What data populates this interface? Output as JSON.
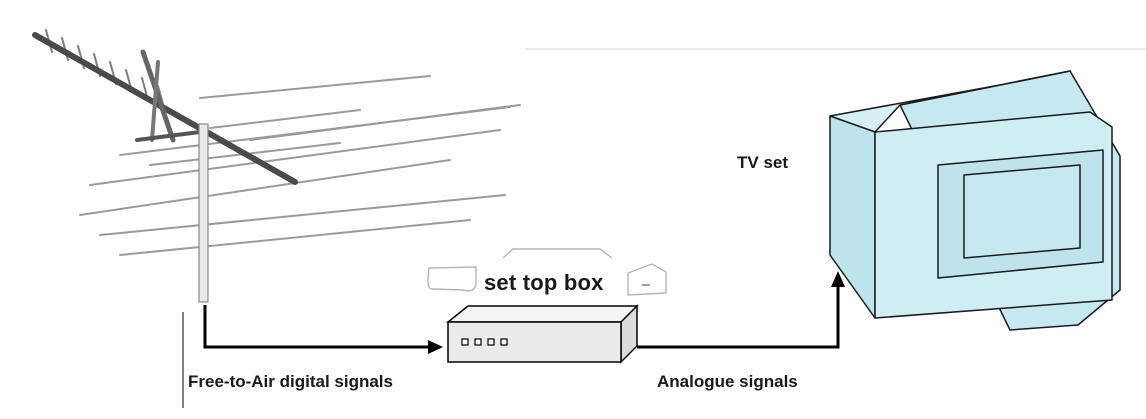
{
  "labels": {
    "fta": "Free-to-Air digital signals",
    "analogue": "Analogue signals",
    "tv": "TV set",
    "stb": "set top box"
  },
  "colors": {
    "tv_fill": "#cfeef4",
    "tv_screen": "#bfe3ec",
    "stb_fill": "#ededed",
    "line": "#000000",
    "antenna": "#555555"
  }
}
